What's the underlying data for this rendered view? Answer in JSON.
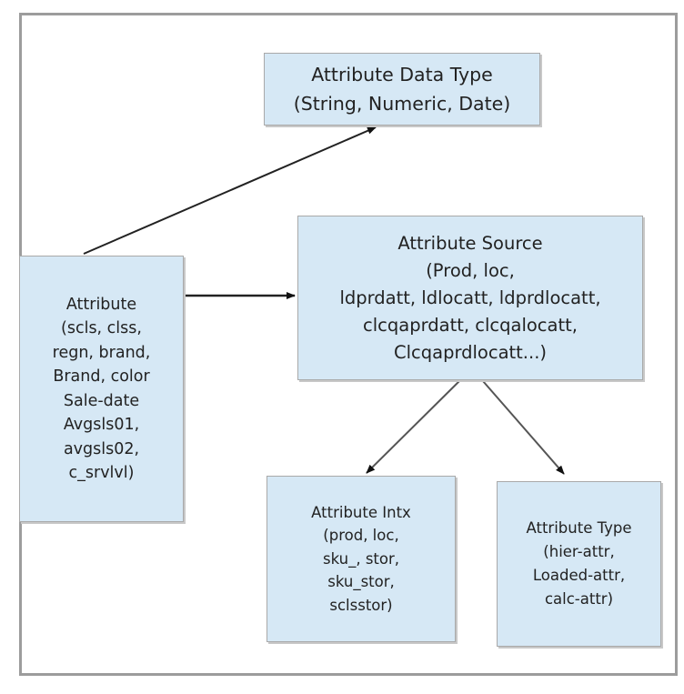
{
  "nodes": {
    "data_type": {
      "lines": [
        "Attribute Data Type",
        "(String, Numeric, Date)"
      ]
    },
    "source": {
      "lines": [
        "Attribute Source",
        "(Prod, loc,",
        "ldprdatt, ldlocatt, ldprdlocatt,",
        "clcqaprdatt, clcqalocatt,",
        "Clcqaprdlocatt...)"
      ]
    },
    "attribute": {
      "lines": [
        "Attribute",
        "(scls, clss,",
        "regn, brand,",
        "Brand, color",
        "Sale-date",
        "Avgsls01,",
        "avgsls02,",
        "c_srvlvl)"
      ]
    },
    "intx": {
      "lines": [
        "Attribute Intx",
        "(prod, loc,",
        "sku_, stor,",
        "sku_stor,",
        "sclsstor)"
      ]
    },
    "type": {
      "lines": [
        "Attribute Type",
        "(hier-attr,",
        "Loaded-attr,",
        "calc-attr)"
      ]
    }
  },
  "edges": [
    {
      "from": "attribute",
      "to": "data_type"
    },
    {
      "from": "attribute",
      "to": "source"
    },
    {
      "from": "source",
      "to": "intx"
    },
    {
      "from": "source",
      "to": "type"
    }
  ]
}
